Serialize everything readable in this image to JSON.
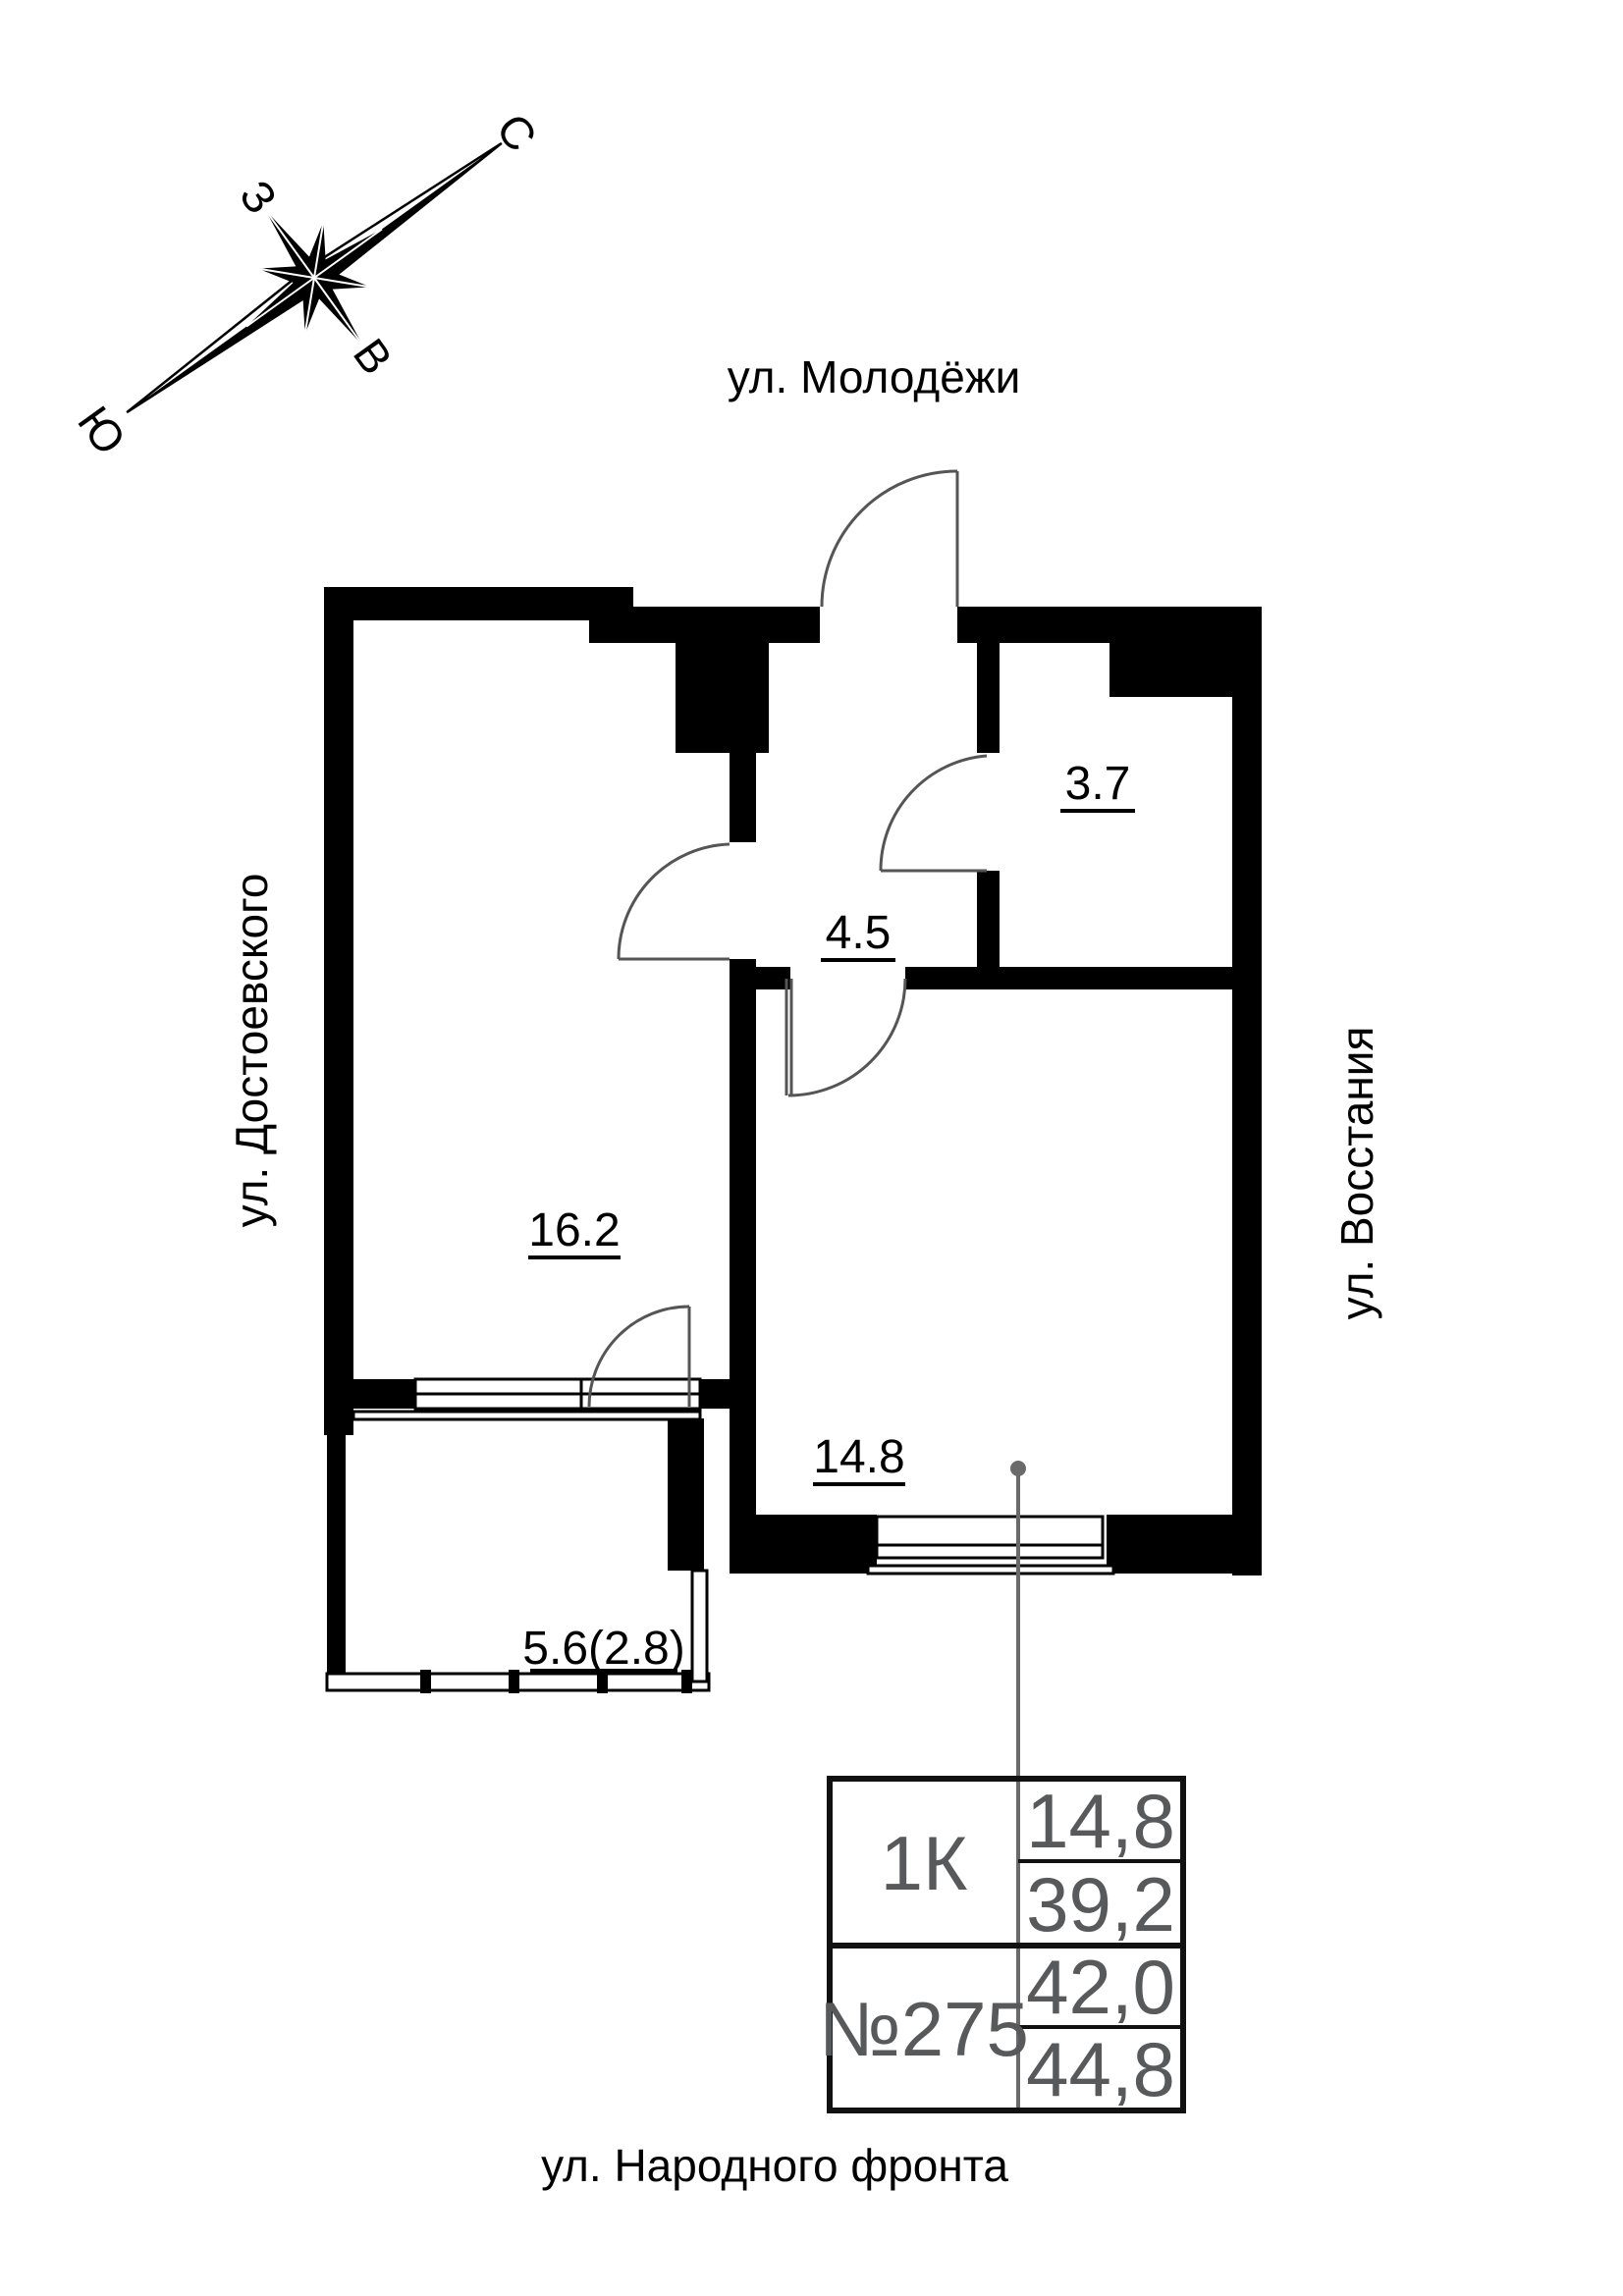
{
  "compass": {
    "north": "С",
    "west": "З",
    "east": "В",
    "south": "Ю"
  },
  "streets": {
    "top": "ул. Молодёжи",
    "left": "ул. Достоевского",
    "right": "ул. Восстания",
    "bottom": "ул. Народного фронта"
  },
  "rooms": {
    "hall": {
      "area": "4.5"
    },
    "bathroom": {
      "area": "3.7"
    },
    "living": {
      "area": "16.2"
    },
    "bedroom": {
      "area": "14.8"
    },
    "balcony": {
      "area": "5.6(2.8)"
    }
  },
  "info_table": {
    "type_label": "1К",
    "number_label": "№275",
    "values": {
      "v0": "14,8",
      "v1": "39,2",
      "v2": "42,0",
      "v3": "44,8"
    }
  }
}
